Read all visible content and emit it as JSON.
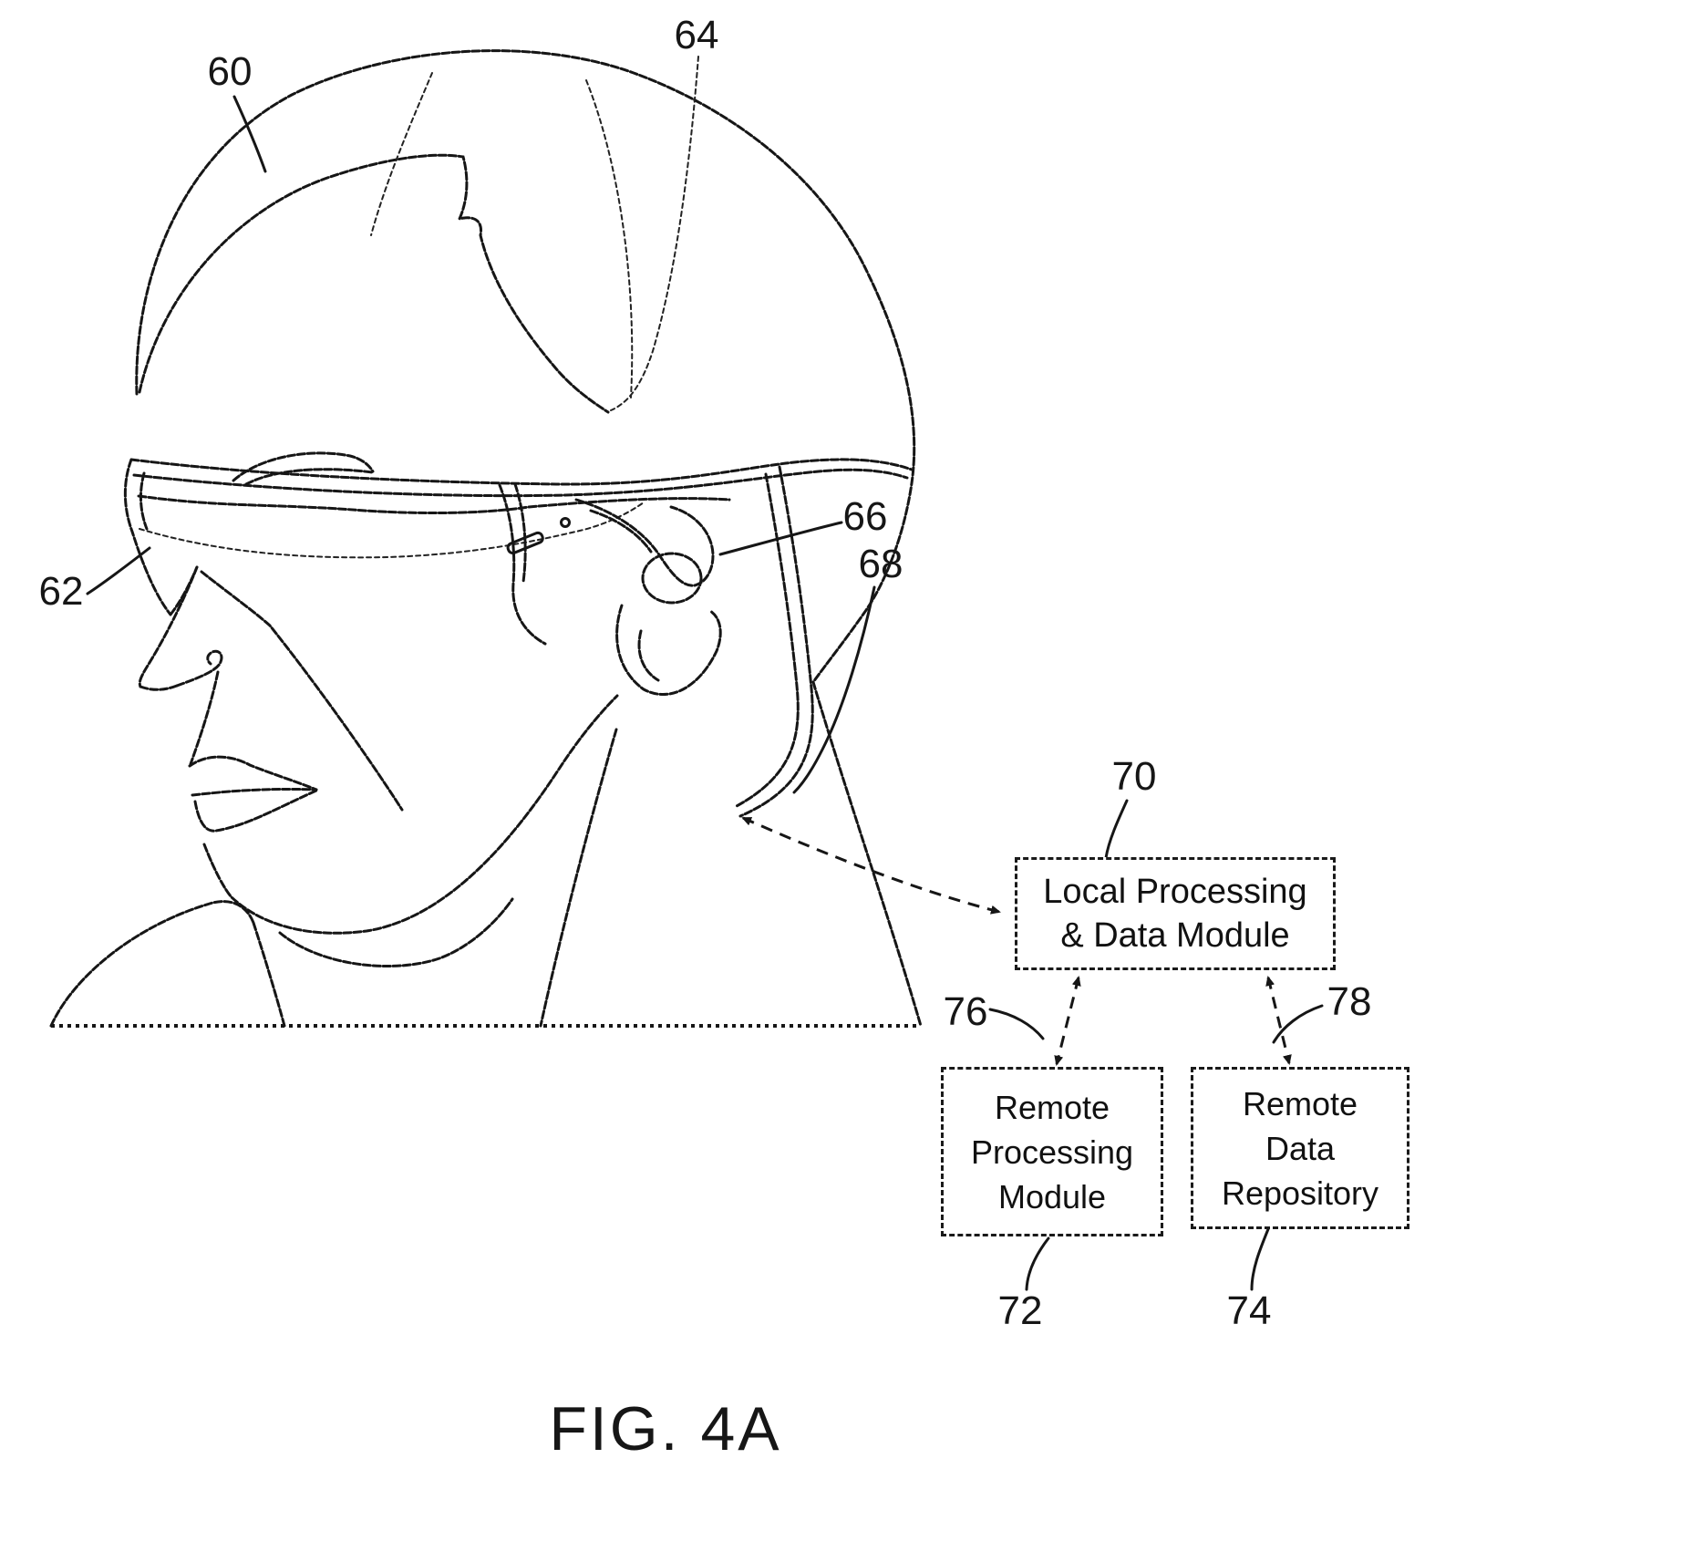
{
  "figure": {
    "caption": "FIG. 4A",
    "type": "patent-line-drawing",
    "subject": "head wearing wearable display system connected to processing modules"
  },
  "labels": {
    "n60": "60",
    "n62": "62",
    "n64": "64",
    "n66": "66",
    "n68": "68",
    "n70": "70",
    "n72": "72",
    "n74": "74",
    "n76": "76",
    "n78": "78"
  },
  "boxes": {
    "local_processing": {
      "ref": "70",
      "lines": [
        "Local Processing",
        "& Data Module"
      ]
    },
    "remote_processing": {
      "ref": "72",
      "lines": [
        "Remote",
        "Processing",
        "Module"
      ]
    },
    "remote_data": {
      "ref": "74",
      "lines": [
        "Remote",
        "Data",
        "Repository"
      ]
    }
  },
  "colors": {
    "ink": "#161616",
    "background": "#ffffff"
  }
}
